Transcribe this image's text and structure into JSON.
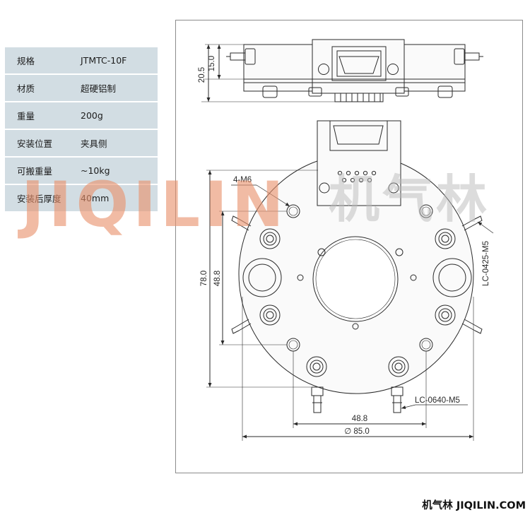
{
  "specs": [
    {
      "label": "规格",
      "value": "JTMTC-10F"
    },
    {
      "label": "材质",
      "value": "超硬铝制"
    },
    {
      "label": "重量",
      "value": "200g"
    },
    {
      "label": "安装位置",
      "value": "夹具侧"
    },
    {
      "label": "可搬重量",
      "value": "~10kg"
    },
    {
      "label": "安装后厚度",
      "value": "40mm"
    }
  ],
  "watermark": {
    "latin": "JIQILIN",
    "chinese": "机气林"
  },
  "drawing": {
    "dims": {
      "height_total": "20.5",
      "height_body": "15.0",
      "thread": "4-M6",
      "fitting_top": "LC-0425-M5",
      "fitting_bottom": "LC-0640-M5",
      "outer_vertical": "78.0",
      "inner_vertical": "48.8",
      "inner_horizontal": "48.8",
      "diameter": "∅ 85.0"
    }
  },
  "footer": {
    "text": "机气林 JIQILIN.COM"
  },
  "colors": {
    "spec_bg": "#d2dde3",
    "watermark": "#e8926c",
    "line": "#2a2a2a"
  }
}
